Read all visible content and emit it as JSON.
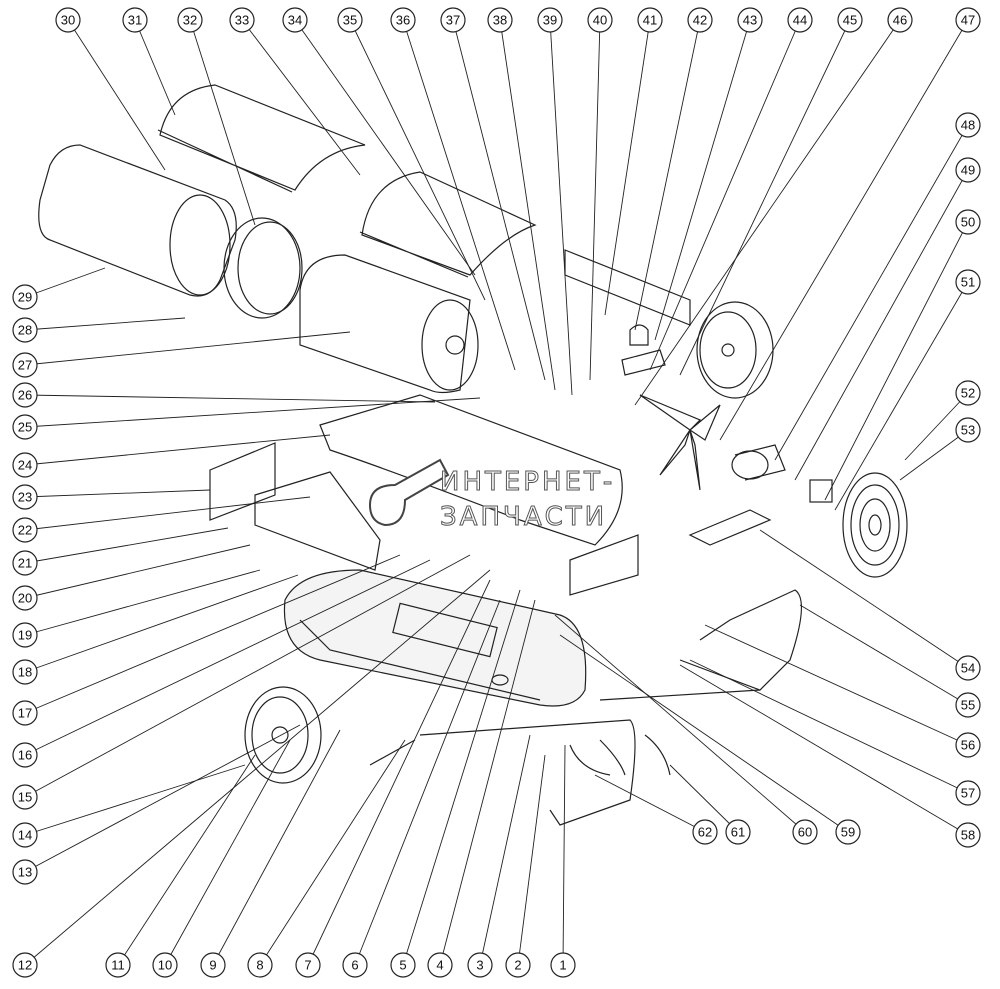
{
  "diagram": {
    "type": "exploded-parts-diagram",
    "callouts": [
      "1",
      "2",
      "3",
      "4",
      "5",
      "6",
      "7",
      "8",
      "9",
      "10",
      "11",
      "12",
      "13",
      "14",
      "15",
      "16",
      "17",
      "18",
      "19",
      "20",
      "21",
      "22",
      "23",
      "24",
      "25",
      "26",
      "27",
      "28",
      "29",
      "30",
      "31",
      "32",
      "33",
      "34",
      "35",
      "36",
      "37",
      "38",
      "39",
      "40",
      "41",
      "42",
      "43",
      "44",
      "45",
      "46",
      "47",
      "48",
      "49",
      "50",
      "51",
      "52",
      "53",
      "54",
      "55",
      "56",
      "57",
      "58",
      "59",
      "60",
      "61",
      "62"
    ]
  },
  "watermark": {
    "line1": "ИНТЕРНЕТ-",
    "line2": "ЗАПЧАСТИ"
  }
}
